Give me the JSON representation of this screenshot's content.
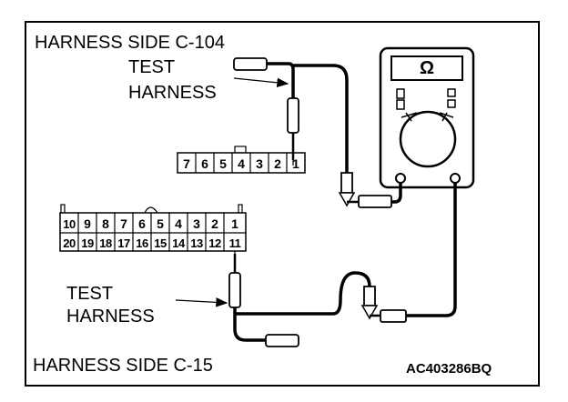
{
  "labels": {
    "top_title": "HARNESS SIDE C-104",
    "top_test_line1": "TEST",
    "top_test_line2": "HARNESS",
    "bottom_test_line1": "TEST",
    "bottom_test_line2": "HARNESS",
    "bottom_title": "HARNESS SIDE C-15",
    "figure_code": "AC403286BQ"
  },
  "meter": {
    "symbol": "Ω"
  },
  "connector_c104": {
    "pins": [
      "7",
      "6",
      "5",
      "4",
      "3",
      "2",
      "1"
    ]
  },
  "connector_c15": {
    "top_row": [
      "10",
      "9",
      "8",
      "7",
      "6",
      "5",
      "4",
      "3",
      "2",
      "1"
    ],
    "bottom_row": [
      "20",
      "19",
      "18",
      "17",
      "16",
      "15",
      "14",
      "13",
      "12",
      "11"
    ]
  },
  "colors": {
    "line": "#000000",
    "background": "#ffffff"
  }
}
